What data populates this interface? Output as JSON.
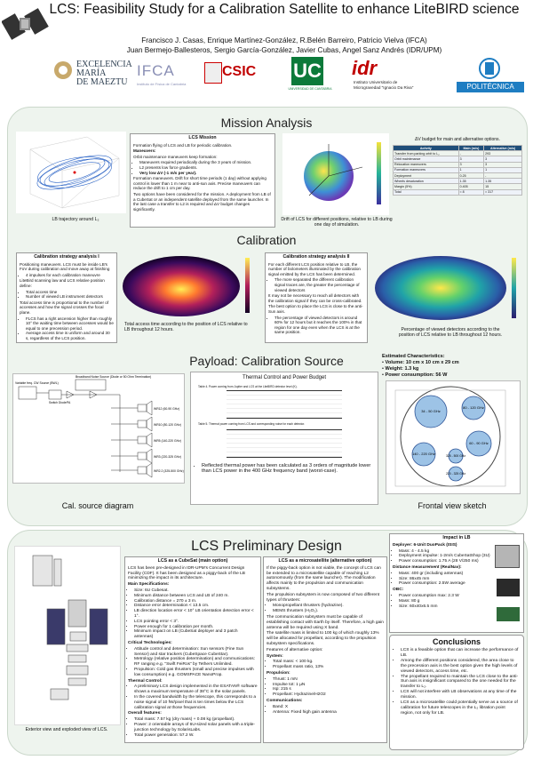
{
  "header": {
    "title": "LCS: Feasibility Study for a Calibration Satellite to enhance LiteBIRD science",
    "authors_line1": "Francisco J. Casas, Enrique Martínez-González,  R.Belén Barreiro, Patricio Vielva (IFCA)",
    "authors_line2": "Juan Bermejo-Ballesteros, Sergio García-González, Javier Cubas, Angel Sanz Andrés (IDR/UPM)"
  },
  "logos": {
    "maeztu_line1": "EXCELENCIA",
    "maeztu_line2": "MARÍA",
    "maeztu_line3": "DE MAEZTU",
    "ifca": "IFCA",
    "ifca_sub": "Instituto de Física de Cantabria",
    "csic": "CSIC",
    "uc": "UC",
    "uc_sub": "UNIVERSIDAD DE CANTABRIA",
    "idr": "idr",
    "idr_sub1": "Instituto Universitario de",
    "idr_sub2": "Microgravedad \"Ignacio Da Riva\"",
    "upm": "POLITÉCNICA"
  },
  "mission": {
    "title": "Mission Analysis",
    "traj_caption": "LB trajectory around L₂",
    "box_title": "LCS Mission",
    "p1": "Formation flying of LCS and LB for periodic calibration.",
    "maneuvers": "Maneuvers:",
    "orbit": "Orbit maintenance maneuvers keep formation:",
    "b1": "Maneuvers required periodically during the 3 years of mission.",
    "b2": "L2 presents low force gradients.",
    "b3": "Very low ΔV (-1 m/s per year).",
    "p2": "Formation maneuvers. Drift for short time periods (1 day) without applying control is lower than 1 m near to anti-sun axis. Precise maneuvers can reduce the drift to 1 cm per day.",
    "p3": "Two options have been considered for the mission. A deployment from LB of a CubeSat or an independent satellite deployed from the same launcher. In the last case a transfer to L2 is required and ΔV budget changes significantly.",
    "sphere_caption": "Drift of LCS for different positions, relative to LB during one day of simulation.",
    "dv_title": "ΔV budget for main and alternative options.",
    "dv_table": {
      "headers": [
        "Activity",
        "Main (m/s)",
        "Alternative (m/s)"
      ],
      "rows": [
        [
          "Transfer from parking orbit to L₂",
          "-",
          "293"
        ],
        [
          "Orbit maintenance",
          "3",
          "3"
        ],
        [
          "Relocation maneuvers",
          "3",
          "3"
        ],
        [
          "Formation maneuvers",
          "1",
          "1"
        ],
        [
          "Deployment",
          "0.25",
          "-"
        ],
        [
          "Wheels desaturation",
          "1.35",
          "1.35"
        ],
        [
          "Margin (5%)",
          "0.405",
          "15"
        ],
        [
          "Total",
          "≈ 8",
          "≈ 317"
        ]
      ]
    }
  },
  "calibration": {
    "title": "Calibration",
    "box1_title": "Calibration strategy analysis I",
    "box1_p1": "Positioning maneuvers. LCS must be inside LB's FoV during calibration and move away at finishing",
    "box1_b1": "4 impulses for each calibration maneuvre",
    "box1_p2": "LiteBird scanning law and LCS relative position define:",
    "box1_b2": "Total access time",
    "box1_b3": "Number of viewed LB instrument detectors",
    "box1_p3": "Total access time is proportional to the number of accesses and how the signal crosses the focal plane.",
    "box1_b4": "FLCS has a right ascension higher than roughly 10° the waiting time between accesses would be equal to one precession period.",
    "box1_b5": "Average access time is uniform and around 30 s, regardless of the LCS position.",
    "map1_caption": "Total access time according to the position of LCS relative to LB throughout 12 hours.",
    "box2_title": "Calibration strategy analysis II",
    "box2_p1": "For each different LCS position relative to LB, the number of bolometers illuminated by the calibration signal emitted by the LCS has been determined.",
    "box2_b1": "The more separated the different calibration signal traces are, the greater the percentage of viewed detectors",
    "box2_p2": "It may not be necessary to reach all detectors with the calibration signal if they can be cross-calibrated.",
    "box2_p3": "The best option to place the LCS is close to the anti-Sun axis.",
    "box2_b2": "The percentage of viewed detectors is around 60% for 12 hours but it reaches the 100% in that region for one day even when the LCS is at the same position.",
    "map2_caption": "Percentage of viewed detectors according to the position of LCS relative to LB throughout 12 hours."
  },
  "payload": {
    "title": "Payload: Calibration Source",
    "diagram_caption": "Cal. source diagram",
    "thermal_title": "Thermal Control and Power Budget",
    "table4_caption": "Table 4. Power coming from Jupiter and LCS at the LiteBIRD detector level (K).",
    "table5_caption": "Table 5. Thermal power coming from LCS and corresponding noise for each detector.",
    "thermal_bullet": "Reflected thermal power has been calculated as 3 orders of magnitude lower than LCS power in the 400 GHz frequency band (worst-case).",
    "est_title": "Estimated Characteristics:",
    "est_volume_label": "Volume:",
    "est_volume": "10 cm x 10 cm x 29 cm",
    "est_weight_label": "Weight:",
    "est_weight": "1.3 kg",
    "est_power_label": "Power consumption:",
    "est_power": "56 W",
    "frontal_caption": "Frontal view sketch",
    "bands": [
      "34 - 50 GHz",
      "80 - 120 GHz",
      "60 - 90 GHz",
      "140 - 220 GHz",
      "325 - 500 GHz",
      "220 - 325 GHz"
    ],
    "diagram_labels": [
      "Variable freq. CW Source (BWL)",
      "Broadband Noise Source (Diode or 50 Ohm Termination)",
      "Switch Diode",
      "PA",
      "WR12 (60-90 GHz)",
      "WR10 (80-120 GHz)",
      "WR5 (140-220 GHz)",
      "WR3 (220-325 GHz)",
      "WR2.2 (325-500 GHz)"
    ]
  },
  "design": {
    "title": "LCS Preliminary Design",
    "exploded_caption": "Exterior view and exploded view of LCS.",
    "cubesat_title": "LCS as a CubeSat (main option)",
    "cubesat_p1": "LCS has been pre-designed in IDR-UPM's Concurrent Design Facility (CDF). It has been designed as a piggy-back of the LB minimizing the impact in its architecture.",
    "main_specs": "Main Specifications:",
    "main_specs_list": [
      "Size: 6U Cubesat.",
      "Minimum distance between LCS and LB of 240 m.",
      "Calibration distance = 270 ± 3 m.",
      "Distance error determination < 13.5 cm.",
      "LB direction location error < 10° LB orientation detection error < 1°.",
      "LCS pointing error < 3°.",
      "Power enough for 1 calibration per month.",
      "Minimum impact on LB (CubeSat deployer and 3 patch antennas)"
    ],
    "critical": "Critical Technologies:",
    "critical_list": [
      "Attitude control and determination: Sun sensors (Fine Sun Sensor) and star trackers (CubeSpace CubeStar).",
      "Metrology (relative position determination) and communications: RF ranging e.g. \"Swift FeiRos\" by Tethers Unlimited.",
      "Propulsion: Cold gas thrusters (small and precise impulses with low consumption) e.g. GOMSPACE NanoProp."
    ],
    "thermal": "Thermal Control:",
    "thermal_list": [
      "A preliminary LCS design implemented in the ESATAN® software shows a maximum temperature of 38°C in the solar panels.",
      "In the covered bandwidth by the telescope, this corresponds to a noise signal of 10 fW/pixel that is ten times below the LCS calibration signal at those frequencies."
    ],
    "overall": "Overall features:",
    "overall_list": [
      "Total mass: 7.57 kg (dry mass) + 0.08 kg (propellant).",
      "Power: 2 orientable arrays of 6U-sized solar panels with a triple-junction technology by SolarisLabs.",
      "Total power generation: 57.2 W."
    ],
    "micro_title": "LCS as a microsatellite (alternative option)",
    "micro_p1": "If the piggy-back option is not viable, the concept of LCS can be extended to a microsatellite capable of reaching L2 autonomously (from the same launcher). The modification affects mainly to the propulsion and communication subsystems.",
    "micro_p2": "The propulsion subsystem is now composed of two different types of thrusters:",
    "micro_b1": "Monopropellant thrusters (hydrazine).",
    "micro_b2": "MEMS thrusters (H₂O₂).",
    "micro_p3": "The communication subsystem must be capable of establishing contact with Earth by itself. Therefore, a high gain antenna will be required using X band.",
    "micro_p4": "The satellite mass is limited to 100 kg of which roughly 13% will be allocated for propellant, according to the propulsion subsystem specifications.",
    "micro_p5": "Features of alternative option:",
    "system": "System:",
    "system_list": [
      "Total mass: < 100 kg.",
      "Propellant mass ratio, 13%"
    ],
    "propulsion": "Propulsion:",
    "propulsion_list": [
      "Thrust: 1 mN",
      "Impulse tot: 1 µN",
      "Isp: 215 s",
      "Propellant: Hydrazine/H2O2"
    ],
    "comms": "Communications:",
    "comms_list": [
      "Band: X",
      "Antenna: Fixed high gain antenna"
    ],
    "impact_title": "Impact in LB",
    "deployer": "Deployer: 6-Unit DuoPack (ISIS)",
    "deployer_list": [
      "Mass: 4 - 4.5 kg",
      "Deployment impulse: 1-2m/s CubeSatShop (3U)",
      "Power consumption: 1.75 A (28 V/250 ms)"
    ],
    "distance": "Distance measurement (RealNav):",
    "distance_list": [
      "Mass: 400 gr (including antennas)",
      "Size: 86x45 mm",
      "Power consumption: 2.5W average"
    ],
    "obc": "OBC:",
    "obc_list": [
      "Power consumption max: 2.3 W",
      "Mass: 80 g",
      "Size: 60x40x6.5 mm"
    ],
    "conclusions_title": "Conclusions",
    "conclusions": [
      "LCS is a feasible option that can increase the performance of LB.",
      "Among the different positions considered, the area close to the precession axis is the best option given the high levels of viewed detectors, access time, etc.",
      "The propellant required to maintain the LCS close to the anti-Sun axis is insignificant compared to the one needed for the transfer to L₂.",
      "LCS will not interfere with LB observations at any time of the mission.",
      "LCS as a microsatellite could potentially serve as a source of calibration for future telescopes in the L₂ libration point region, not only for LB."
    ]
  },
  "colors": {
    "accent": "#1f4e79",
    "panel": "#eef4ee",
    "border": "#cbd8cb",
    "upm": "#1e7dc2",
    "uc": "#0c7a3a",
    "csic": "#c00000"
  }
}
